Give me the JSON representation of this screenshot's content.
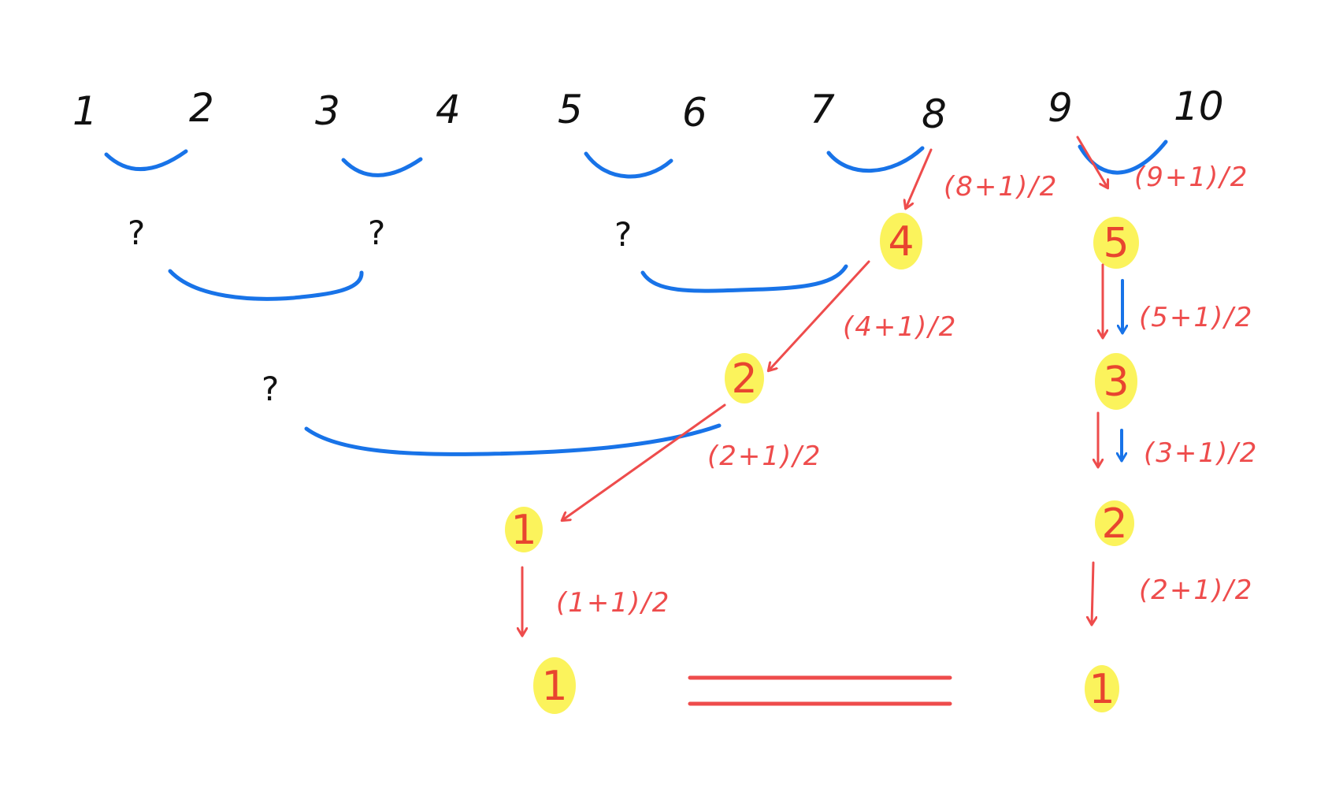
{
  "top_numbers": [
    "1",
    "2",
    "3",
    "4",
    "5",
    "6",
    "7",
    "8",
    "9",
    "10"
  ],
  "unknowns": [
    "?",
    "?",
    "?",
    "?"
  ],
  "left_chain": {
    "nodes": [
      "4",
      "2",
      "1",
      "1"
    ],
    "formulas": [
      "(8+1)/2",
      "(4+1)/2",
      "(2+1)/2",
      "(1+1)/2"
    ]
  },
  "right_chain": {
    "nodes": [
      "5",
      "3",
      "2",
      "1"
    ],
    "formulas": [
      "(9+1)/2",
      "(5+1)/2",
      "(3+1)/2",
      "(2+1)/2"
    ]
  },
  "colors": {
    "ink": "#111111",
    "pairing_curve": "#1873e8",
    "computation": "#ee4c4c",
    "highlight": "#fbf24a"
  }
}
